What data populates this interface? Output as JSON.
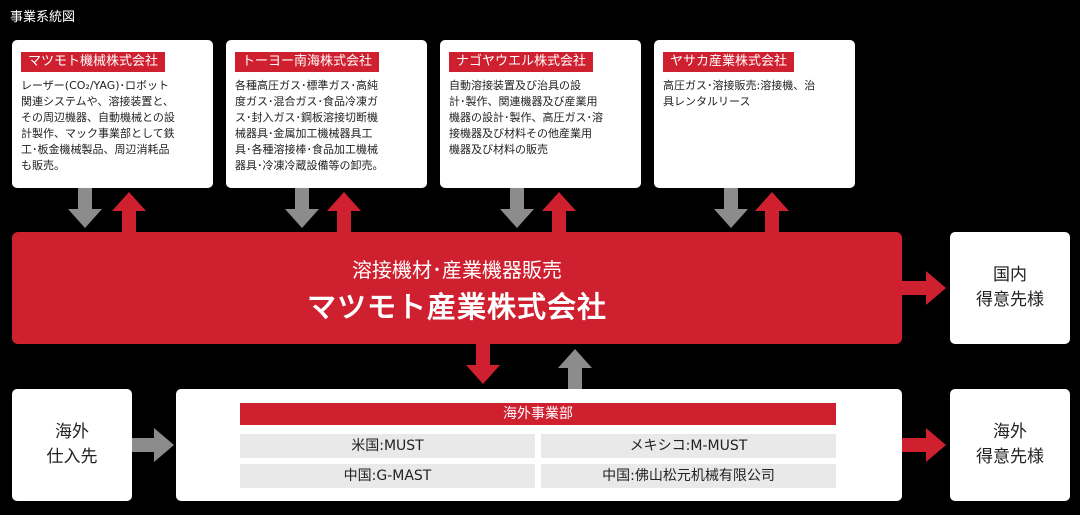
{
  "page_title": "事業系統図",
  "companies": [
    {
      "name": "マツモト機械株式会社",
      "lines": [
        "レーザー(CO₂/YAG)･ロボット",
        "関連システムや、溶接装置と、",
        "その周辺機器、自動機械との設",
        "計製作、マック事業部として鉄",
        "工･板金機械製品、周辺消耗品",
        "も販売。"
      ]
    },
    {
      "name": "トーヨー南海株式会社",
      "lines": [
        "各種高圧ガス･標準ガス･高純",
        "度ガス･混合ガス･食品冷凍ガ",
        "ス･封入ガス･鋼板溶接切断機",
        "械器具･金属加工機械器具工",
        "具･各種溶接棒･食品加工機械",
        "器具･冷凍冷蔵設備等の卸売。"
      ]
    },
    {
      "name": "ナゴヤウエル株式会社",
      "lines": [
        "自動溶接装置及び治具の設",
        "計･製作、関連機器及び産業用",
        "機器の設計･製作、高圧ガス･溶",
        "接機器及び材料その他産業用",
        "機器及び材料の販売"
      ]
    },
    {
      "name": "ヤサカ産業株式会社",
      "lines": [
        "高圧ガス･溶接販売:溶接機、治",
        "具レンタルリース"
      ]
    }
  ],
  "main": {
    "subtitle": "溶接機材･産業機器販売",
    "title": "マツモト産業株式会社"
  },
  "domestic": {
    "line1": "国内",
    "line2": "得意先様"
  },
  "overseas_suppliers": {
    "line1": "海外",
    "line2": "仕入先"
  },
  "overseas_customers": {
    "line1": "海外",
    "line2": "得意先様"
  },
  "overseas_division": {
    "title": "海外事業部",
    "cells": [
      "米国:MUST",
      "メキシコ:M-MUST",
      "中国:G-MAST",
      "中国:佛山松元机械有限公司"
    ]
  },
  "colors": {
    "accent": "#cf2030",
    "arrow_gray": "#8c8c8c",
    "background": "#000000"
  }
}
